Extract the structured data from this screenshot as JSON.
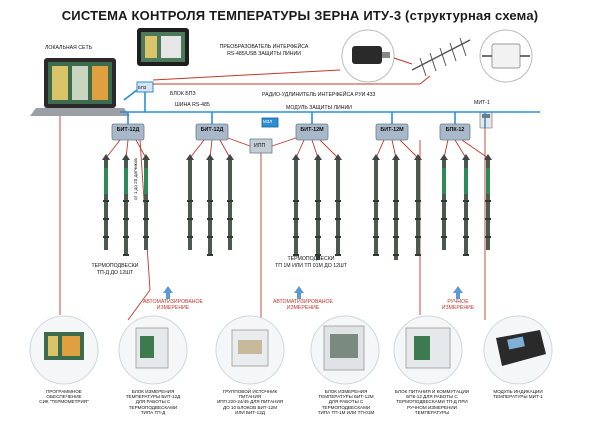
{
  "title": "СИСТЕМА КОНТРОЛЯ ТЕМПЕРАТУРЫ ЗЕРНА ИТУ-3 (структурная схема)",
  "labels": {
    "lan": "ЛОКАЛЬНАЯ СЕТЬ",
    "bpz_unit": "БПЗ",
    "bpz_block": "БЛОК БПЗ",
    "rs485_bus": "ШИНА RS-485",
    "converter_line1": "ПРЕОБРАЗОВАТЕЛЬ ИНТЕРФЕЙСА",
    "converter_line2": "RS-485/USB   ЗАЩИТЫ ЛИНИИ",
    "radio": "РАДИО-УДЛИНИТЕЛЬ ИНТЕРФЕЙСА РУИ 433",
    "protection_module": "МОДУЛЬ  ЗАЩИТЫ ЛИНИИ",
    "mit1": "МИТ-1",
    "mzl": "МЗЛ",
    "ipp": "ИПП",
    "sensors_vertical": "от 1 до 20 датчиков",
    "probes1_line1": "ТЕРМОПОДВЕСКИ",
    "probes1_line2": "ТП-Д  ДО 12ШТ",
    "probes2_line1": "ТЕРМОПОДВЕСКИ",
    "probes2_line2": "ТП 1М ИЛИ ТП  01М ДО 12ШТ",
    "auto1_line1": "АВТОМАТИЗИРОВАНОЕ",
    "auto1_line2": "ИЗМЕРЕНИЕ",
    "auto2_line1": "АВТОМАТИЗИРОВАНОЕ",
    "auto2_line2": "ИЗМЕРЕНИЕ",
    "manual_line1": "РУЧНОЕ",
    "manual_line2": "ИЗМЕРЕНИЕ"
  },
  "blocks": {
    "bit12d_1": "БИТ-12Д",
    "bit12d_2": "БИТ-12Д",
    "bit12m_1": "БИТ-12М",
    "bit12m_2": "БИТ-12М",
    "bpk12": "БПК-12"
  },
  "captions": {
    "software": "ПРОГРАММНОЕ\nОБЕСПЕЧЕНИЕ\nСИК \"ТЕРМОМЕТРИЯ\"",
    "bit12d": "БЛОК ИЗМЕРЕНИЯ\nТЕМПЕРАТУРЫ БИТ-12Д\nДЛЯ РАБОТЫ С\nТЕРМОПОДВЕСКАМИ\nТИПА ТП-Д",
    "ipp": "ГРУППОВОЙ ИСТОЧНИК\nПИТАНИЯ\nИПП 220-24/45 ДЛЯ ПИТАНИЯ\nДО 10 БЛОКОВ БИТ-12М\nИЛИ БИТ-12Д",
    "bit12m": "БЛОК ИЗМЕРЕНИЯ\nТЕМПЕРАТУРЫ БИТ-12М\nДЛЯ РАБОТЫ С\nТЕРМОПОДВЕСКАМИ\nТИПА ТП-1М ИЛИ ТП-01М",
    "bpk12": "БЛОК ПИТАНИЯ И КОММУТАЦИИ\nБПК-12 ДЛЯ РАБОТЫ С\nТЕРМОПОДВЕСКАМИ ТП-Д ПРИ\nРУЧНОМ ИЗМЕРЕНИИ\nТЕМПЕРАТУРЫ",
    "mit1": "МОДУЛЬ ИНДИКАЦИИ\nТЕМПЕРАТУРЫ  МИТ-1"
  },
  "icons": [
    "laptop-icon",
    "tablet-icon",
    "usb-converter-icon",
    "antenna-icon",
    "protection-module-icon",
    "mit1-icon"
  ],
  "colors": {
    "bus": "#2b8fd6",
    "wire": "#c0392b",
    "block": "#a8b8c8",
    "probe": "#4a5a4e",
    "probe_green": "#2e8b57",
    "arrow": "#5b9bd5"
  }
}
